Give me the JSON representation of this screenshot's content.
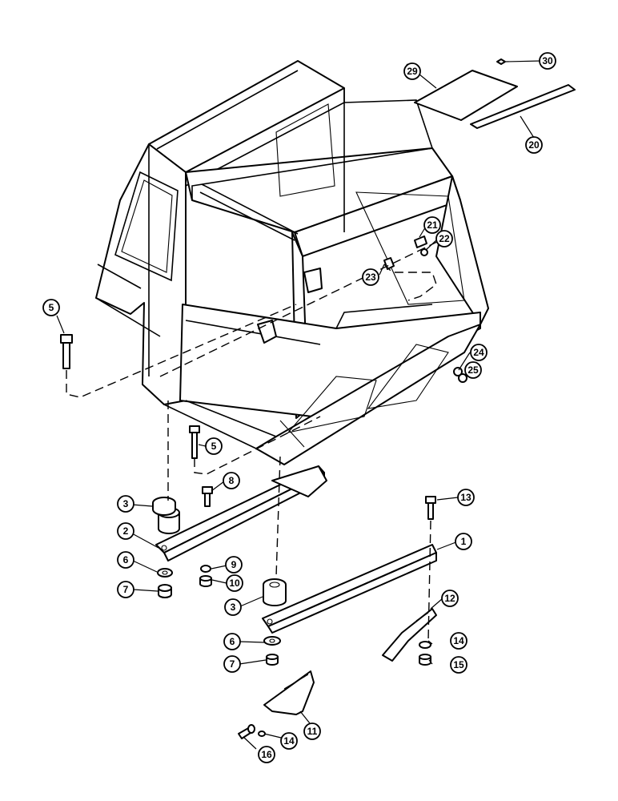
{
  "callouts": [
    "1",
    "2",
    "3",
    "3",
    "5",
    "5",
    "6",
    "6",
    "7",
    "7",
    "8",
    "9",
    "10",
    "11",
    "12",
    "13",
    "14",
    "14",
    "15",
    "16",
    "20",
    "21",
    "22",
    "23",
    "24",
    "25",
    "29",
    "30"
  ]
}
